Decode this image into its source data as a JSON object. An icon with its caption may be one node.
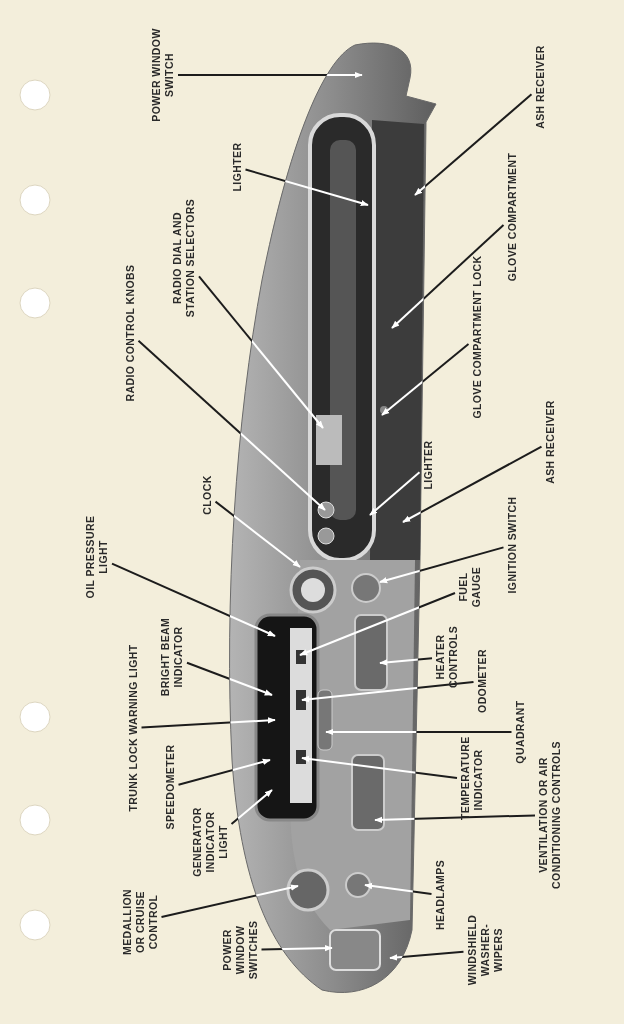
{
  "diagram": {
    "nodes": [
      {
        "text": [
          "POWER WINDOW SWITCH"
        ]
      },
      {
        "text": [
          "LIGHTER"
        ]
      },
      {
        "text": [
          "RADIO DIAL AND STATION SELECTORS"
        ]
      },
      {
        "text": [
          "RADIO CONTROL KNOBS"
        ]
      },
      {
        "text": [
          "CLOCK"
        ]
      },
      {
        "text": [
          "OIL PRESSURE LIGHT"
        ]
      },
      {
        "text": [
          "BRIGHT BEAM INDICATOR"
        ]
      },
      {
        "text": [
          "TRUNK LOCK WARNING LIGHT"
        ]
      },
      {
        "text": [
          "SPEEDOMETER"
        ]
      },
      {
        "text": [
          "GENERATOR INDICATOR LIGHT"
        ]
      },
      {
        "text": [
          "MEDALLION OR CRUISE CONTROL"
        ]
      },
      {
        "text": [
          "POWER WINDOW SWITCHES"
        ]
      },
      {
        "text": [
          "ASH RECEIVER"
        ]
      },
      {
        "text": [
          "GLOVE COMPARTMENT"
        ]
      },
      {
        "text": [
          "GLOVE COMPARTMENT LOCK"
        ]
      },
      {
        "text": [
          "LIGHTER"
        ]
      },
      {
        "text": [
          "ASH RECEIVER"
        ]
      },
      {
        "text": [
          "IGNITION SWITCH"
        ]
      },
      {
        "text": [
          "FUEL GAUGE"
        ]
      },
      {
        "text": [
          "HEATER CONTROLS"
        ]
      },
      {
        "text": [
          "ODOMETER"
        ]
      },
      {
        "text": [
          "QUADRANT"
        ]
      },
      {
        "text": [
          "TEMPERATURE INDICATOR"
        ]
      },
      {
        "text": [
          "VENTILATION OR AIR CONDITIONING CONTROLS"
        ]
      },
      {
        "text": [
          "HEADLAMPS"
        ]
      },
      {
        "text": [
          "WINDSHIELD WASHER-WIPERS"
        ]
      }
    ],
    "edges": [
      {
        "from": 0,
        "to": null,
        "arrow": "to"
      },
      {
        "from": 1,
        "to": null,
        "arrow": "to"
      },
      {
        "from": 2,
        "to": null,
        "arrow": "to"
      },
      {
        "from": 3,
        "to": null,
        "arrow": "to"
      },
      {
        "from": 4,
        "to": null,
        "arrow": "to"
      },
      {
        "from": 5,
        "to": null,
        "arrow": "to"
      },
      {
        "from": 6,
        "to": null,
        "arrow": "to"
      },
      {
        "from": 7,
        "to": null,
        "arrow": "to"
      },
      {
        "from": 8,
        "to": null,
        "arrow": "to"
      },
      {
        "from": 9,
        "to": null,
        "arrow": "to"
      },
      {
        "from": 10,
        "to": null,
        "arrow": "to"
      },
      {
        "from": 11,
        "to": null,
        "arrow": "to"
      },
      {
        "from": 12,
        "to": null,
        "arrow": "to"
      },
      {
        "from": 13,
        "to": null,
        "arrow": "to"
      },
      {
        "from": 14,
        "to": null,
        "arrow": "to"
      },
      {
        "from": 15,
        "to": null,
        "arrow": "to"
      },
      {
        "from": 16,
        "to": null,
        "arrow": "to"
      },
      {
        "from": 17,
        "to": null,
        "arrow": "to"
      },
      {
        "from": 18,
        "to": null,
        "arrow": "to"
      },
      {
        "from": 19,
        "to": null,
        "arrow": "to"
      },
      {
        "from": 20,
        "to": null,
        "arrow": "to"
      },
      {
        "from": 21,
        "to": null,
        "arrow": "to"
      },
      {
        "from": 22,
        "to": null,
        "arrow": "to"
      },
      {
        "from": 23,
        "to": null,
        "arrow": "to"
      },
      {
        "from": 24,
        "to": null,
        "arrow": "to"
      },
      {
        "from": 25,
        "to": null,
        "arrow": "to"
      }
    ]
  }
}
